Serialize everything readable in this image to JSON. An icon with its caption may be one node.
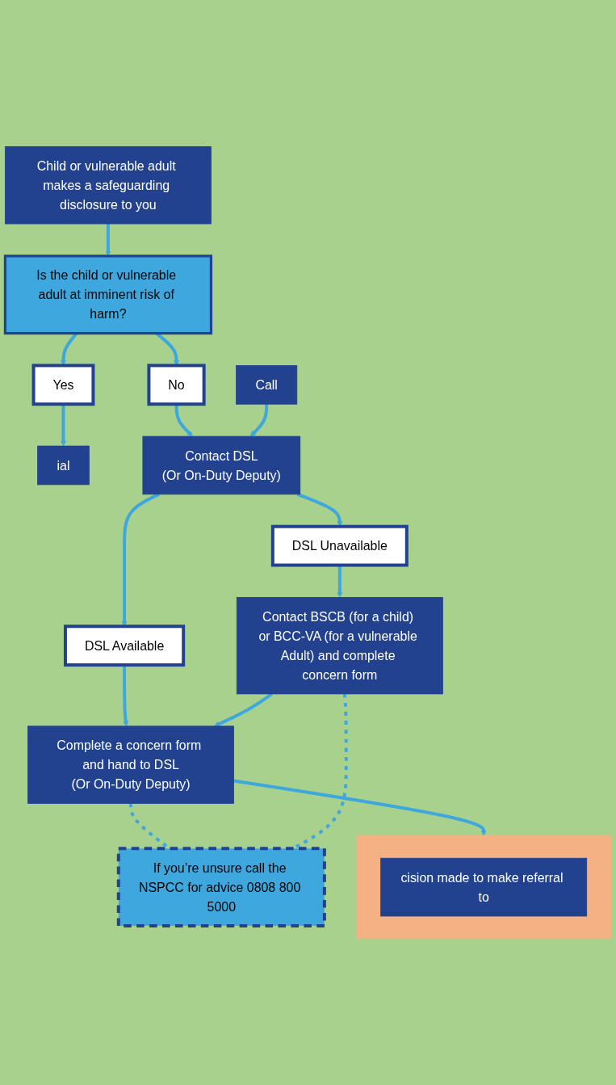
{
  "diagram": {
    "nodes": [
      {
        "text": [
          "Child or vulnerable adult makes a safeguarding disclosure to you"
        ]
      },
      {
        "text": [
          "Is the child or vulnerable adult at imminent risk of harm?"
        ]
      },
      {
        "text": [
          "Yes"
        ]
      },
      {
        "text": [
          "No"
        ]
      },
      {
        "text": [
          "ial"
        ]
      },
      {
        "text": [
          "Contact DSL",
          "(Or On-Duty Deputy)"
        ]
      },
      {
        "text": [
          "Call"
        ]
      },
      {
        "text": [
          "DSL Available"
        ]
      },
      {
        "text": [
          "DSL Unavailable"
        ]
      },
      {
        "text": [
          "Complete a concern form and hand to DSL",
          "(Or On-Duty Deputy)"
        ]
      },
      {
        "text": [
          "Contact BSCB (for a child) or BCC-VA (for a vulnerable Adult) and complete concern form"
        ]
      },
      {
        "text": [],
        "shape": "box"
      },
      {
        "text": [
          "cision made to make referral to"
        ],
        "in": 11
      },
      {
        "text": [
          "If you’re unsure call the NSPCC for advice 0808 800 5000"
        ]
      }
    ],
    "edges": [
      {
        "from": 0,
        "to": 1,
        "arrow": "to"
      },
      {
        "from": 1,
        "to": 2,
        "arrow": "to"
      },
      {
        "from": 1,
        "to": 3,
        "arrow": "to"
      },
      {
        "from": 2,
        "to": 4,
        "arrow": "to"
      },
      {
        "from": 3,
        "to": 5,
        "arrow": "to"
      },
      {
        "from": 6,
        "to": 5,
        "arrow": "to"
      },
      {
        "from": 5,
        "to": 7,
        "arrow": "to"
      },
      {
        "from": 5,
        "to": 8,
        "arrow": "to"
      },
      {
        "from": 7,
        "to": 9,
        "arrow": "to"
      },
      {
        "from": 8,
        "to": 10,
        "arrow": "to"
      },
      {
        "from": 10,
        "to": 9,
        "arrow": "to"
      },
      {
        "from": 9,
        "to": 11,
        "arrow": "to"
      },
      {
        "from": 9,
        "to": 13,
        "arrow": "none",
        "style": "dashed"
      },
      {
        "from": 10,
        "to": 13,
        "arrow": "none",
        "style": "dashed"
      }
    ]
  }
}
